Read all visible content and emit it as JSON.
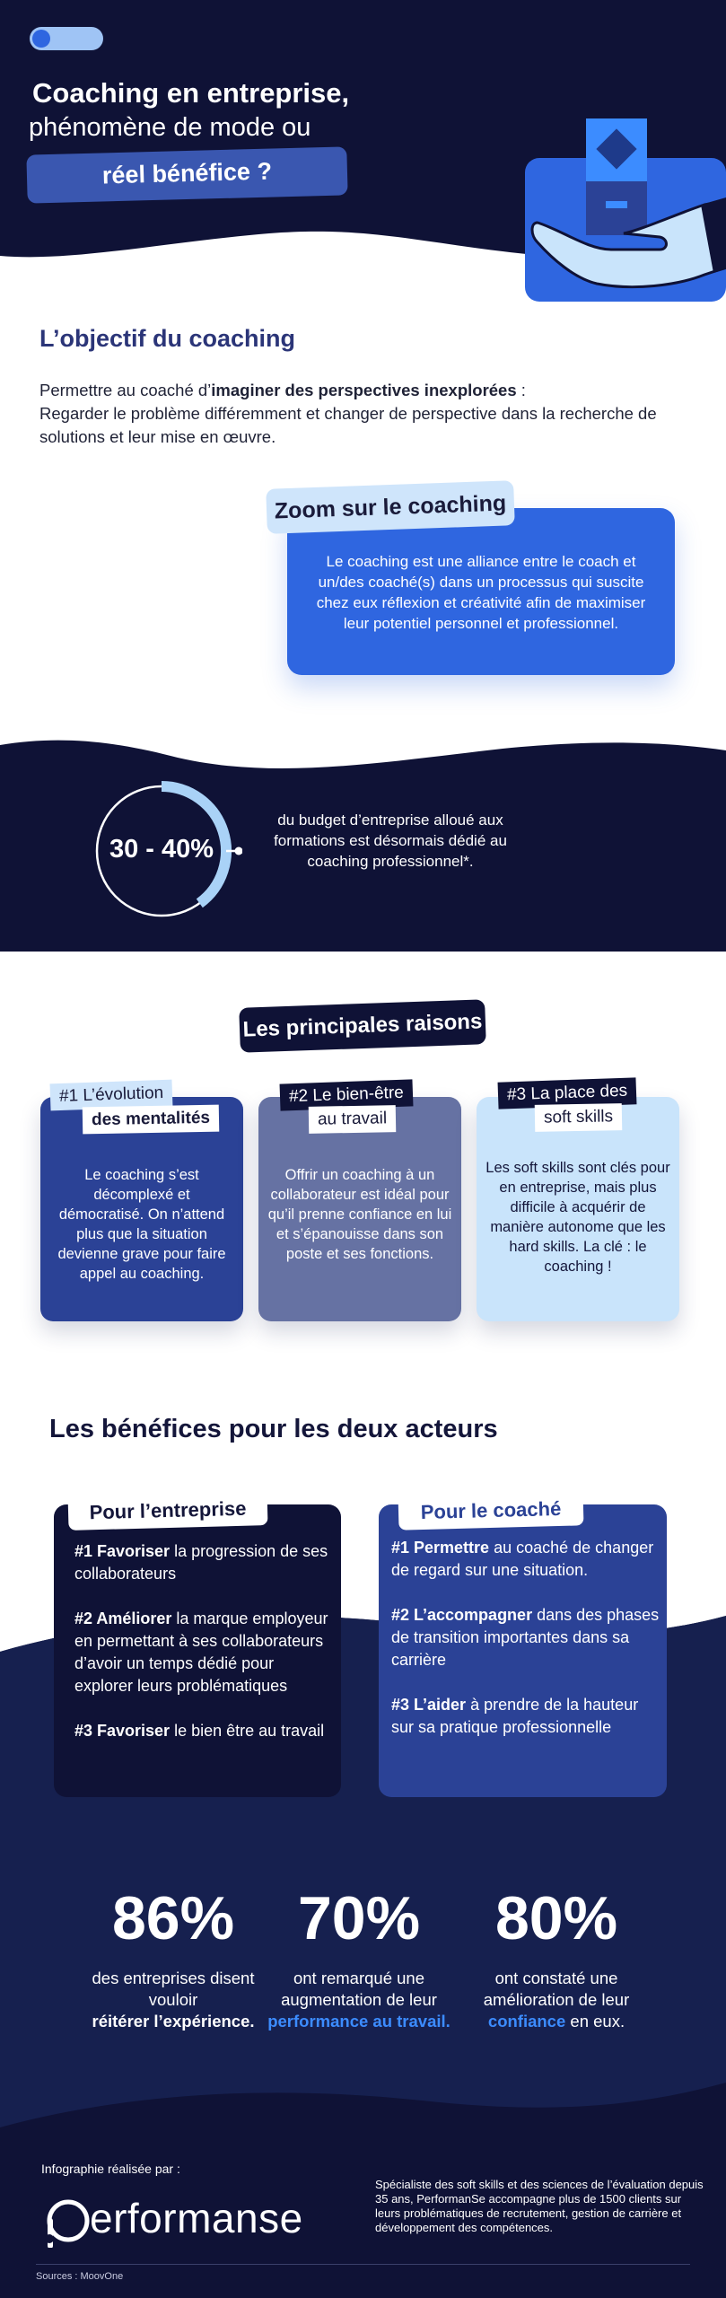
{
  "header": {
    "title_line1": "Coaching en entreprise,",
    "title_line2": "phénomène de mode ou",
    "title_pill": "réel bénéfice ?"
  },
  "objective": {
    "title": "L’objectif du coaching",
    "text_prefix": "Permettre au coaché d’",
    "text_bold": "imaginer des perspectives inexplorées",
    "text_suffix": " :",
    "text_line2": "Regarder le problème différemment et changer de perspective dans la recherche de  solutions et leur mise en œuvre."
  },
  "zoom": {
    "tag": "Zoom sur le coaching",
    "text": "Le coaching est une alliance entre le coach et un/des coaché(s) dans un processus qui suscite chez eux réflexion et créativité afin de maximiser leur potentiel personnel et professionnel."
  },
  "budget": {
    "value_label": "30 - 40%",
    "range_low": 30,
    "range_high": 40,
    "text": "du budget d’entreprise alloué aux formations est désormais dédié au coaching professionnel*."
  },
  "reasons": {
    "title": "Les principales raisons",
    "items": [
      {
        "tag_line1": "#1 L’évolution",
        "tag_line2": "des mentalités",
        "text": "Le coaching s’est décomplexé et démocratisé. On n’attend plus que la situation devienne grave pour faire appel au coaching."
      },
      {
        "tag_line1": "#2 Le bien-être",
        "tag_line2": "au travail",
        "text": "Offrir un coaching à un collaborateur est idéal pour qu’il prenne confiance en lui et s’épanouisse dans son poste et ses fonctions."
      },
      {
        "tag_line1": "#3 La place des",
        "tag_line2": "soft skills",
        "text": "Les soft skills sont clés pour en entreprise, mais plus difficile à acquérir de manière autonome que les hard skills. La clé : le coaching !"
      }
    ]
  },
  "benefits": {
    "title": "Les bénéfices pour les deux acteurs",
    "company": {
      "tag": "Pour l’entreprise",
      "items": [
        {
          "bold": "#1 Favoriser",
          "text": " la progression de ses collaborateurs"
        },
        {
          "bold": "#2 Améliorer",
          "text": " la marque employeur en permettant à ses collaborateurs d’avoir un temps dédié pour explorer leurs problématiques"
        },
        {
          "bold": "#3 Favoriser",
          "text": " le bien être au travail"
        }
      ]
    },
    "coachee": {
      "tag": "Pour le coaché",
      "items": [
        {
          "bold": "#1 Permettre",
          "text": " au coaché de changer de regard sur une situation."
        },
        {
          "bold": "#2 L’accompagner",
          "text": " dans des phases de transition importantes dans sa carrière"
        },
        {
          "bold": "#3 L’aider",
          "text": " à prendre de la hauteur sur sa pratique professionnelle"
        }
      ]
    }
  },
  "stats": [
    {
      "value": "86%",
      "line1": "des entreprises disent vouloir",
      "highlight": "réitérer l’expérience.",
      "tail": ""
    },
    {
      "value": "70%",
      "line1": "ont remarqué une augmentation de leur ",
      "highlight": "performance au travail.",
      "tail": ""
    },
    {
      "value": "80%",
      "line1": "ont constaté une amélioration de leur ",
      "highlight": "confiance",
      "tail": " en eux."
    }
  ],
  "footer": {
    "label": "Infographie réalisée par :",
    "logo_text": "erformanse",
    "description": "Spécialiste des soft skills et des sciences de l’évaluation depuis 35 ans, PerformanSe accompagne plus de 1500 clients sur leurs problématiques de recrutement, gestion de carrière et développement des compétences.",
    "sources": "Sources : MoovOne"
  },
  "colors": {
    "navy": "#0f1236",
    "blue": "#2f66e0",
    "royal": "#2b4296",
    "slate": "#6672a3",
    "light_blue": "#c9e4fb",
    "accent": "#3c8cff"
  }
}
